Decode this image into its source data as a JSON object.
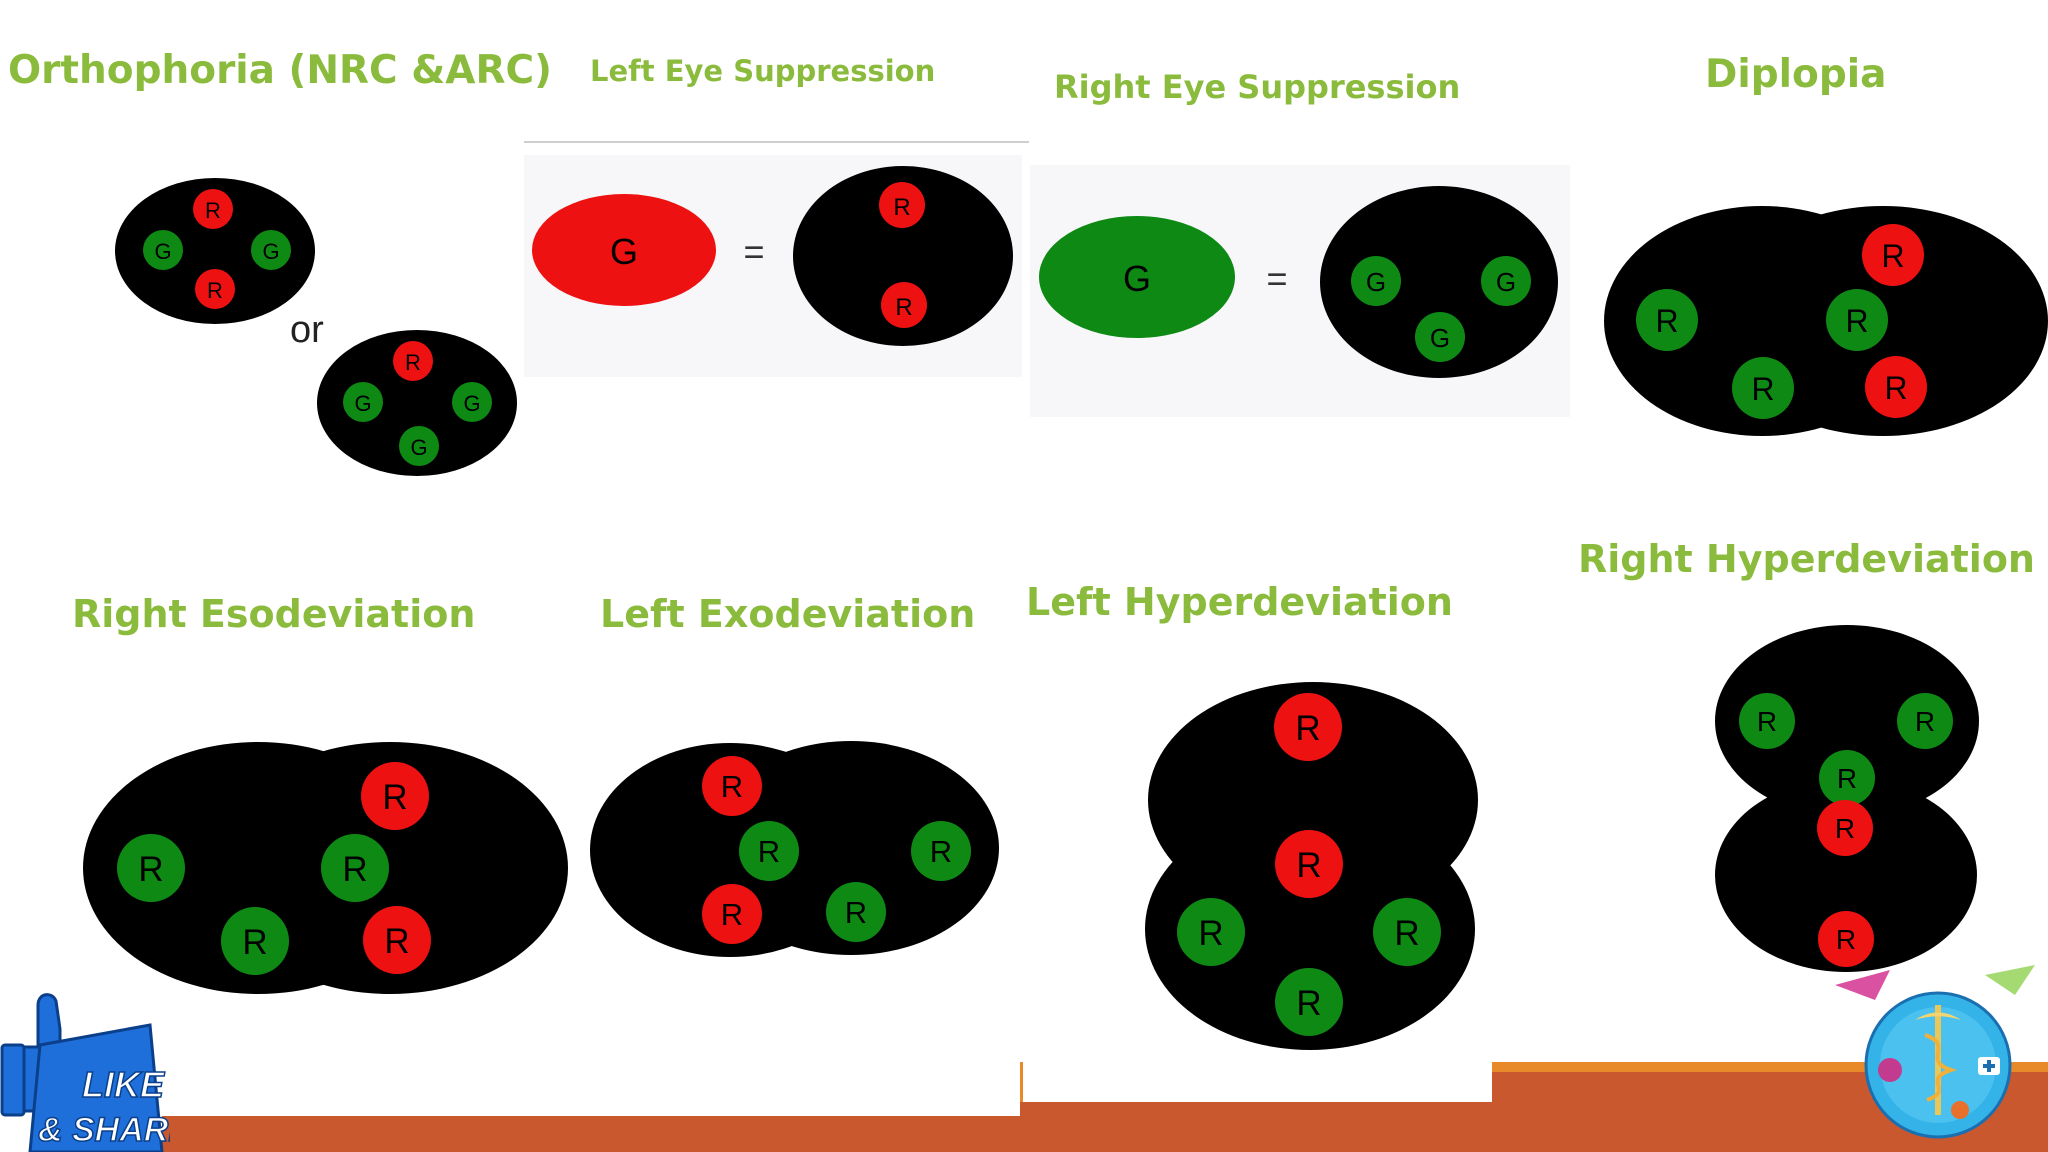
{
  "titles": {
    "orthophoria": "Orthophoria (NRC &ARC)",
    "left_suppression": "Left Eye Suppression",
    "right_suppression": "Right Eye Suppression",
    "diplopia": "Diplopia",
    "right_esodeviation": "Right Esodeviation",
    "left_exodeviation": "Left Exodeviation",
    "left_hyperdeviation": "Left Hyperdeviation",
    "right_hyperdeviation": "Right Hyperdeviation"
  },
  "symbols": {
    "or": "or",
    "equals": "=",
    "red": "R",
    "green": "G"
  },
  "colors": {
    "title_green": "#8bbb3c",
    "dot_red": "#ee1111",
    "dot_green": "#0e8a14",
    "black": "#000000",
    "footer_bar": "#c9582f",
    "accent_orange": "#e88a2a"
  },
  "badge": {
    "line1": "LIKE",
    "line2": "& SHARE"
  },
  "logo": {
    "icon": "caduceus-logo-icon"
  }
}
